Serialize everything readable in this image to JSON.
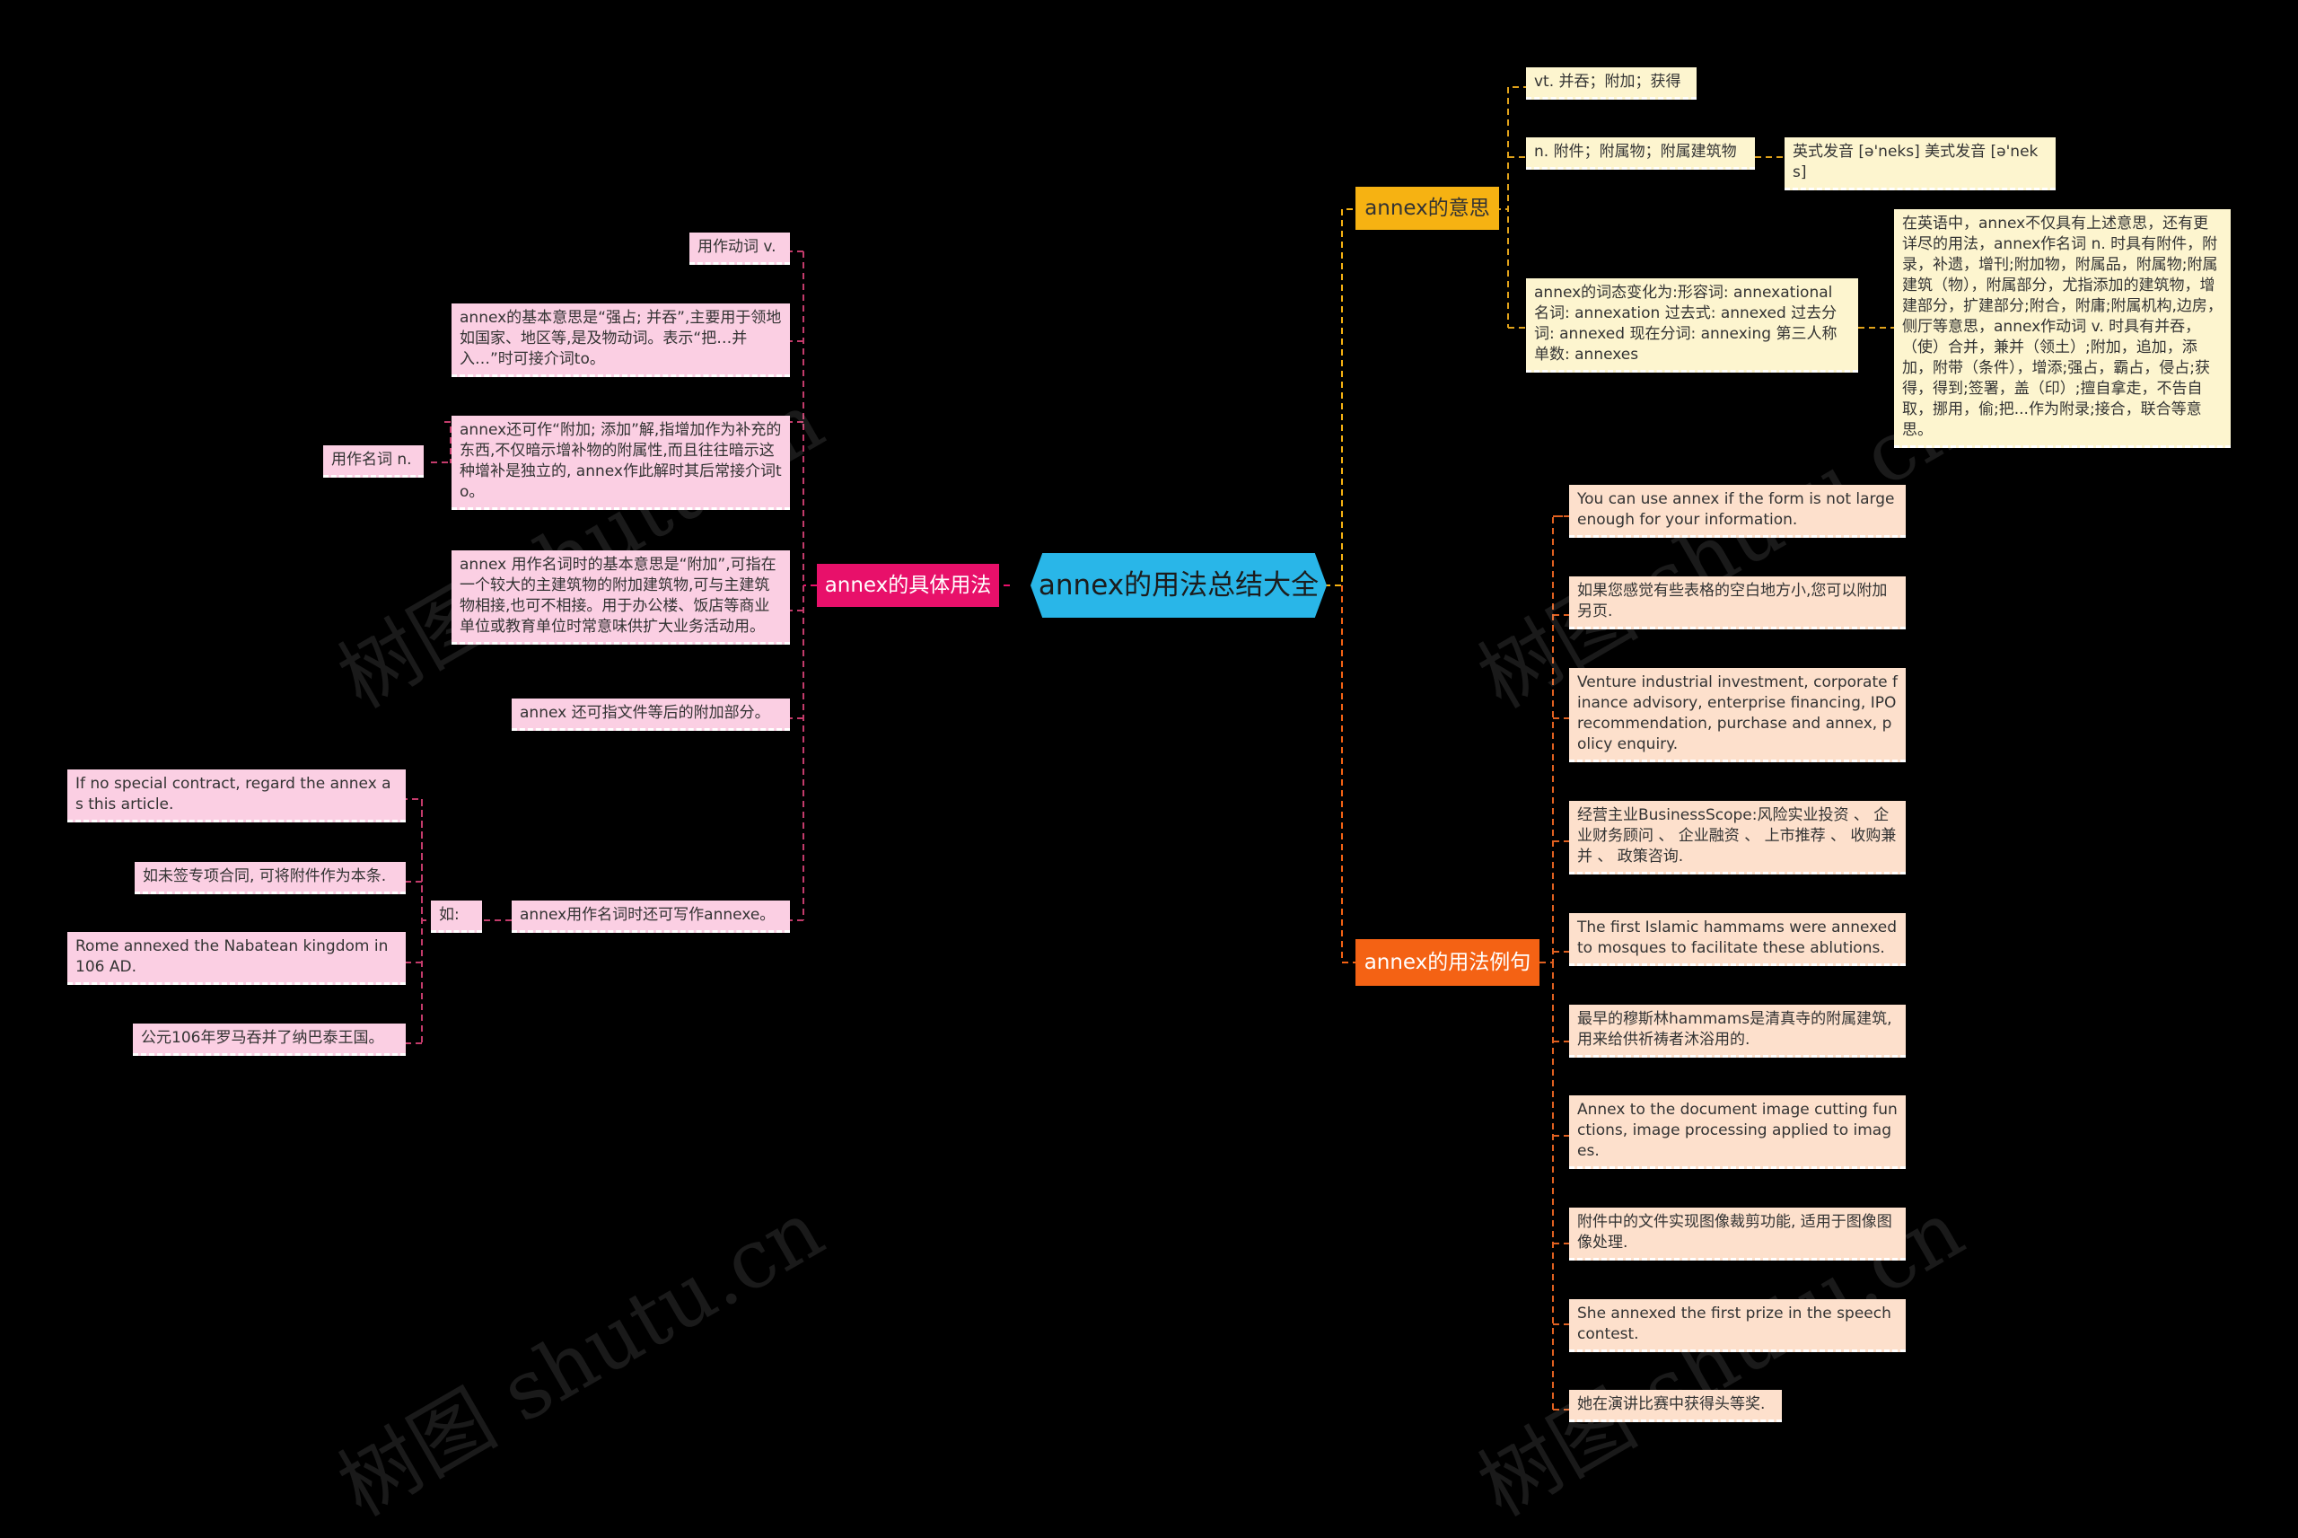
{
  "root": {
    "label": "annex的用法总结大全"
  },
  "left_branch": {
    "label": "annex的具体用法",
    "verb_tag": "用作动词 v.",
    "verb_desc": "annex的基本意思是“强占; 并吞”,主要用于领地如国家、地区等,是及物动词。表示“把…并入…”时可接介词to。",
    "noun_tag": "用作名词 n.",
    "noun_desc1": "annex还可作“附加; 添加”解,指增加作为补充的东西,不仅暗示增补物的附属性,而且往往暗示这种增补是独立的, annex作此解时其后常接介词to。",
    "noun_desc2": "annex 用作名词时的基本意思是“附加”,可指在一个较大的主建筑物的附加建筑物,可与主建筑物相接,也可不相接。用于办公楼、饭店等商业单位或教育单位时常意味供扩大业务活动用。",
    "noun_desc3": "annex 还可指文件等后的附加部分。",
    "spelling": "annex用作名词时还可写作annexe。",
    "example_tag": "如:",
    "examples": [
      "If no special contract, regard the annex as this article.",
      "如未签专项合同, 可将附件作为本条.",
      "Rome annexed the Nabatean kingdom in 106 AD.",
      "公元106年罗马吞并了纳巴泰王国。"
    ]
  },
  "meaning_branch": {
    "label": "annex的意思",
    "vt": "vt. 并吞；附加；获得",
    "n": "n. 附件；附属物；附属建筑物",
    "pron": "英式发音 [ə'neks] 美式发音 [ə'neks]",
    "forms": "annex的词态变化为:形容词: annexational 名词: annexation 过去式: annexed 过去分词: annexed 现在分词: annexing 第三人称单数: annexes",
    "detail": "在英语中，annex不仅具有上述意思，还有更详尽的用法，annex作名词 n. 时具有附件，附录，补遗，增刊;附加物，附属品，附属物;附属建筑（物），附属部分，尤指添加的建筑物，增建部分，扩建部分;附合，附庸;附属机构,边房，侧厅等意思，annex作动词 v. 时具有并吞，（使）合并，兼并（领土）;附加，追加，添加，附带（条件），增添;强占，霸占，侵占;获得，得到;签署，盖（印）;擅自拿走，不告自取，挪用，偷;把...作为附录;接合，联合等意思。"
  },
  "examples_branch": {
    "label": "annex的用法例句",
    "items": [
      "You can use annex if the form is not large enough for your information.",
      "如果您感觉有些表格的空白地方小,您可以附加另页.",
      "Venture industrial investment, corporate finance advisory, enterprise financing, IPO recommendation, purchase and annex, policy enquiry.",
      "经营主业BusinessScope:风险实业投资 、 企业财务顾问 、 企业融资 、 上市推荐 、 收购兼并 、 政策咨询.",
      "The first Islamic hammams were annexed to mosques to facilitate these ablutions.",
      "最早的穆斯林hammams是清真寺的附属建筑,用来给供祈祷者沐浴用的.",
      "Annex to the document image cutting functions, image processing applied to images.",
      "附件中的文件实现图像裁剪功能, 适用于图像图像处理.",
      "She annexed the first prize in the speech contest.",
      "她在演讲比赛中获得头等奖."
    ]
  },
  "watermarks": [
    "树图 shutu.cn",
    "树图 shutu.cn",
    "树图 shutu.cn",
    "树图 shutu.cn"
  ],
  "colors": {
    "root": "#29b6e8",
    "left_branch": "#e8106a",
    "meaning_branch": "#f6b212",
    "examples_branch": "#f46214",
    "pink_leaf": "#fbcfe3",
    "yellow_leaf": "#fdf5cf",
    "peach_leaf": "#fde0cc"
  }
}
